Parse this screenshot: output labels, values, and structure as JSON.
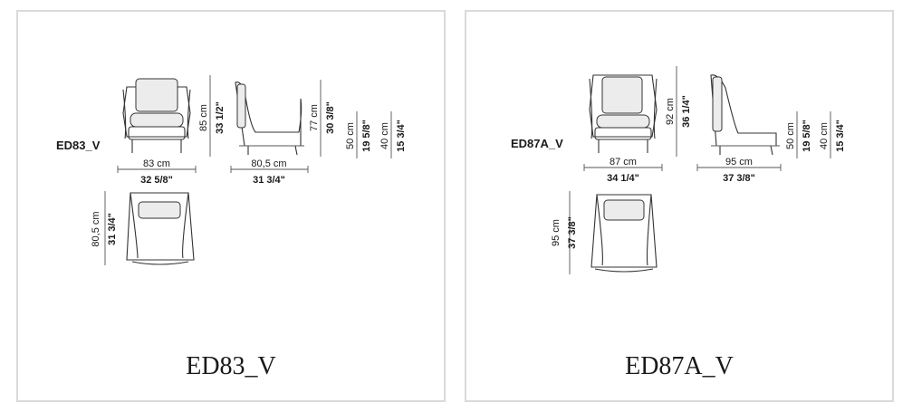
{
  "products": [
    {
      "model_label": "ED83_V",
      "caption": "ED83_V",
      "front_width_cm": "83 cm",
      "front_width_in": "32 5/8\"",
      "height_cm": "85 cm",
      "height_in": "33 1/2\"",
      "side_depth_cm": "80,5 cm",
      "side_depth_in": "31 3/4\"",
      "back_height_cm": "77 cm",
      "back_height_in": "30 3/8\"",
      "arm_height_cm": "50 cm",
      "arm_height_in": "19 5/8\"",
      "seat_height_cm": "40 cm",
      "seat_height_in": "15 3/4\"",
      "top_depth_cm": "80,5 cm",
      "top_depth_in": "31 3/4\""
    },
    {
      "model_label": "ED87A_V",
      "caption": "ED87A_V",
      "front_width_cm": "87 cm",
      "front_width_in": "34 1/4\"",
      "height_cm": "92 cm",
      "height_in": "36 1/4\"",
      "side_depth_cm": "95 cm",
      "side_depth_in": "37 3/8\"",
      "arm_height_cm": "50 cm",
      "arm_height_in": "19 5/8\"",
      "seat_height_cm": "40 cm",
      "seat_height_in": "15 3/4\"",
      "top_depth_cm": "95 cm",
      "top_depth_in": "37 3/8\""
    }
  ]
}
